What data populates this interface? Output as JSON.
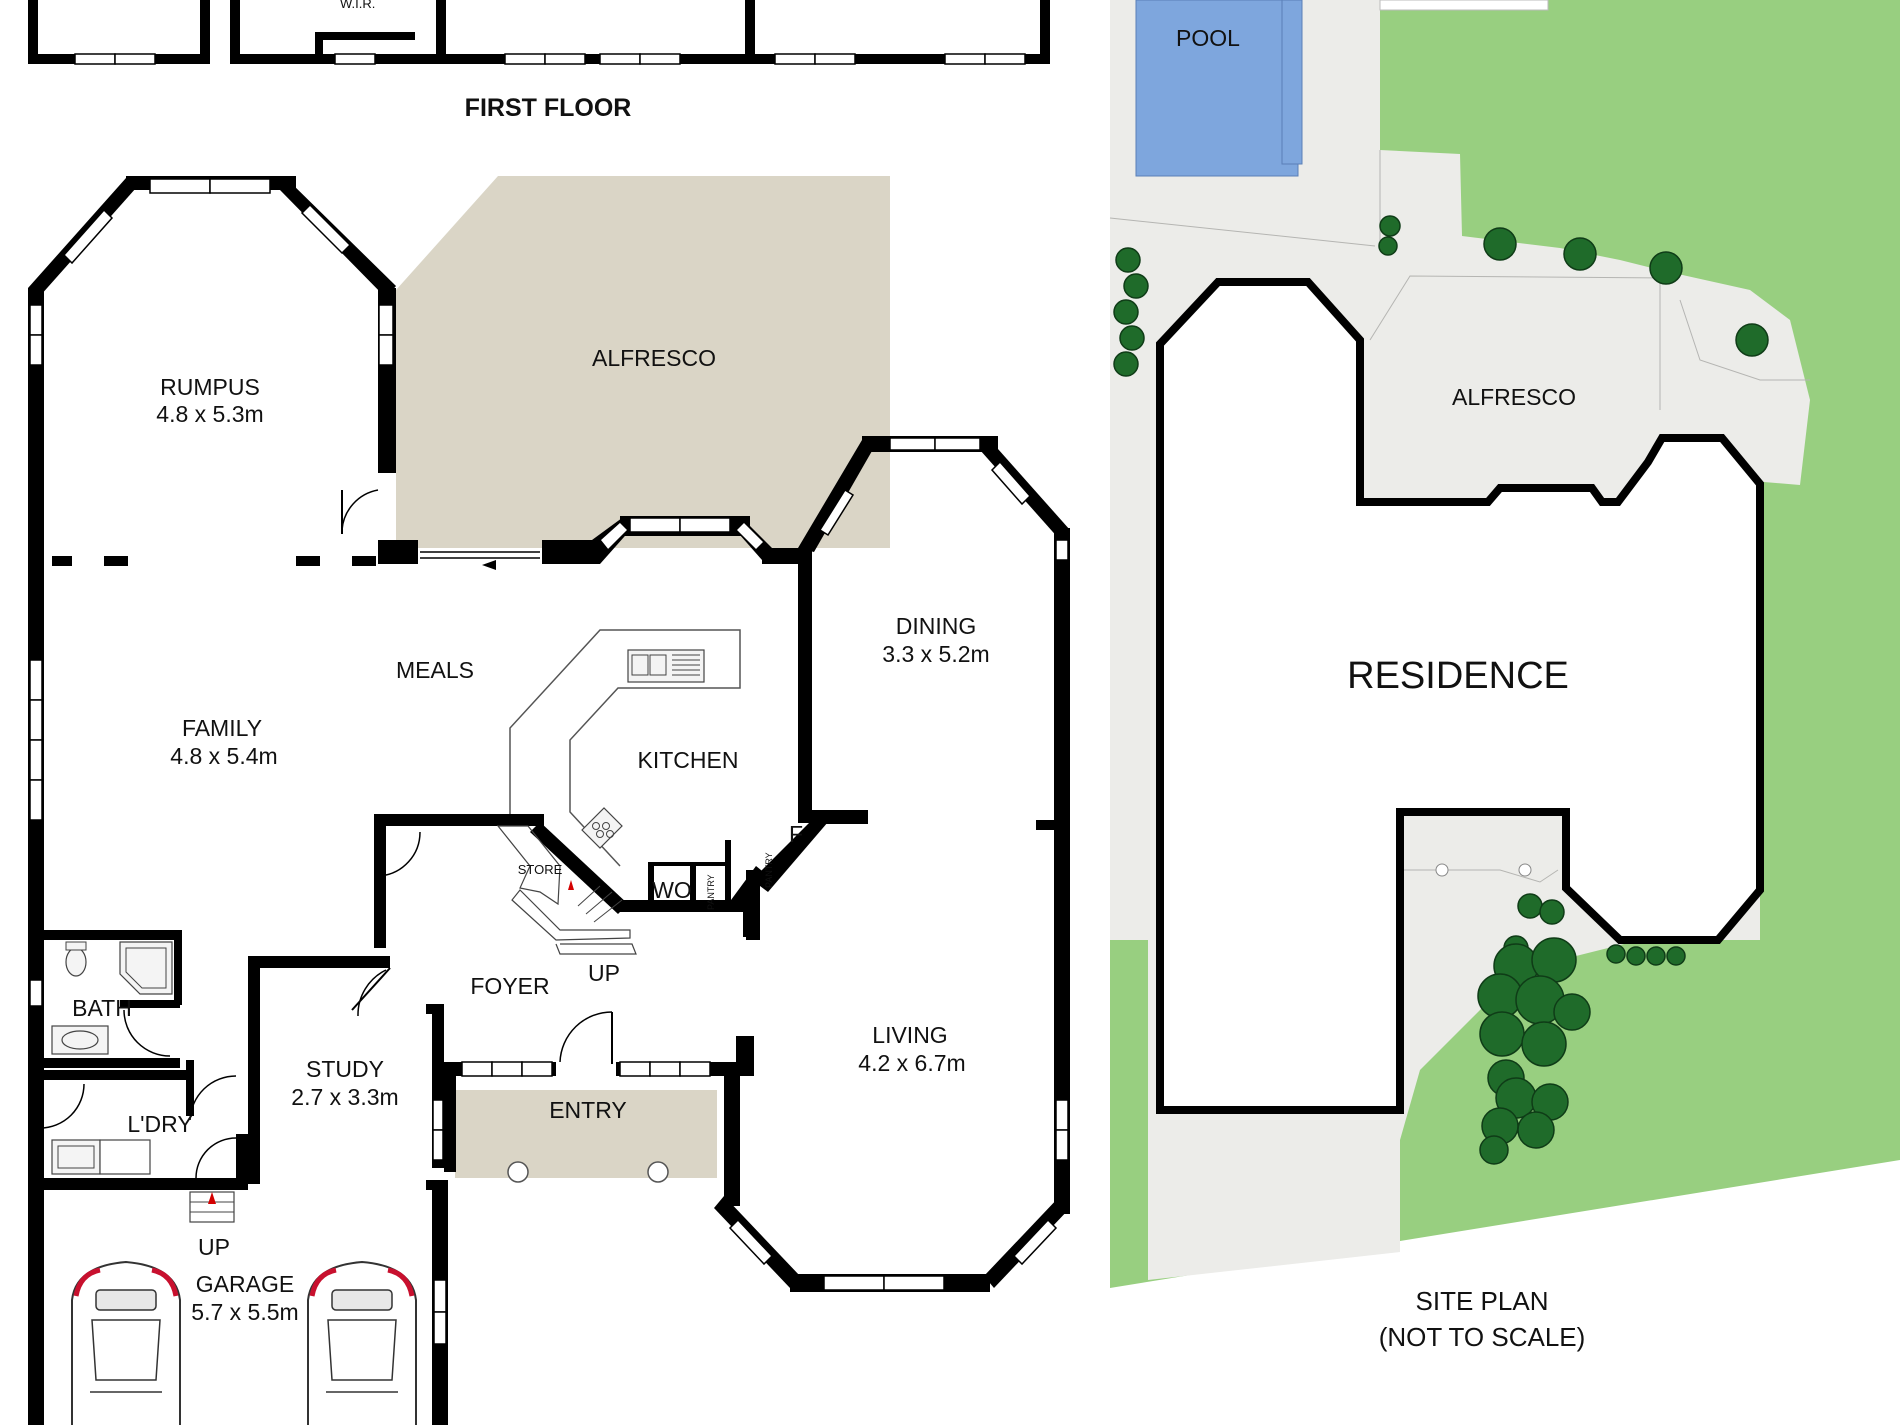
{
  "first_floor": {
    "title": "FIRST FLOOR",
    "wir_label": "W.I.R."
  },
  "ground_floor": {
    "rumpus": {
      "name": "RUMPUS",
      "size": "4.8 x 5.3m"
    },
    "alfresco": {
      "name": "ALFRESCO"
    },
    "meals": {
      "name": "MEALS"
    },
    "family": {
      "name": "FAMILY",
      "size": "4.8 x 5.4m"
    },
    "kitchen": {
      "name": "KITCHEN"
    },
    "dining": {
      "name": "DINING",
      "size": "3.3 x 5.2m"
    },
    "store": {
      "name": "STORE"
    },
    "wo": {
      "name": "WO"
    },
    "pantry_1": {
      "name": "PANTRY"
    },
    "pantry_2": {
      "name": "PANTRY"
    },
    "fridge": {
      "name": "F"
    },
    "foyer": {
      "name": "FOYER"
    },
    "stair_up": {
      "name": "UP"
    },
    "bath": {
      "name": "BATH"
    },
    "study": {
      "name": "STUDY",
      "size": "2.7 x 3.3m"
    },
    "living": {
      "name": "LIVING",
      "size": "4.2 x 6.7m"
    },
    "entry": {
      "name": "ENTRY"
    },
    "laundry": {
      "name": "L'DRY"
    },
    "garage_up": {
      "name": "UP"
    },
    "garage": {
      "name": "GARAGE",
      "size": "5.7 x 5.5m"
    }
  },
  "site_plan": {
    "pool": "POOL",
    "alfresco": "ALFRESCO",
    "residence": "RESIDENCE",
    "title_line1": "SITE PLAN",
    "title_line2": "(NOT TO SCALE)"
  },
  "colors": {
    "wall": "#000000",
    "alfresco_fill": "#dad5c6",
    "pool_fill": "#7ea6dd",
    "lawn": "#98cf80",
    "paving": "#ecece9",
    "shrub": "#1f6b2a"
  }
}
